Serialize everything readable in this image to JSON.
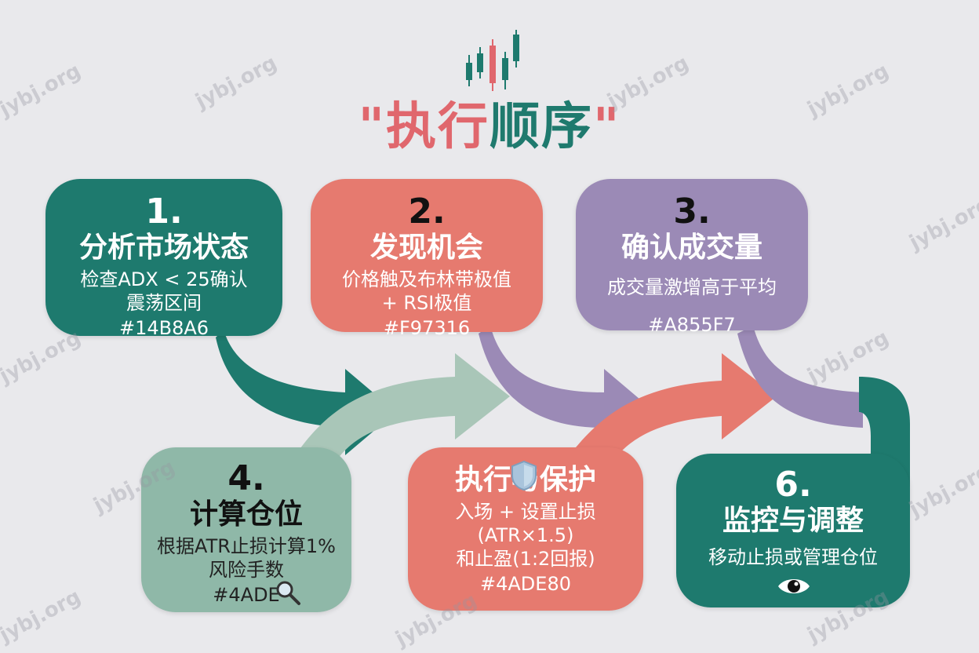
{
  "title": {
    "quote_open": "\"",
    "part1": "执行",
    "part2": "顺序",
    "quote_close": "\""
  },
  "watermark": "jybj.org",
  "colors": {
    "teal": "#1e7a6e",
    "coral": "#e67a6f",
    "purple": "#9b8ab6",
    "sage": "#8fb8a8",
    "background": "#e9e9ec"
  },
  "steps": [
    {
      "num": "1.",
      "title": "分析市场状态",
      "desc": "检查ADX < 25确认\n震荡区间",
      "code": "#14B8A6"
    },
    {
      "num": "2.",
      "title": "发现机会",
      "desc": "价格触及布林带极值\n+ RSI极值",
      "code": "#F97316"
    },
    {
      "num": "3.",
      "title": "确认成交量",
      "desc": "成交量激增高于平均",
      "code": "#A855F7"
    },
    {
      "num": "4.",
      "title": "计算仓位",
      "desc": "根据ATR止损计算1%\n风险手数",
      "code": "#4ADE",
      "icon": "magnifier-icon"
    },
    {
      "title": "执行与保护",
      "desc": "入场 + 设置止损(ATR×1.5)\n和止盈(1:2回报)",
      "code": "#4ADE80",
      "icon": "shield-icon"
    },
    {
      "num": "6.",
      "title": "监控与调整",
      "desc": "移动止损或管理仓位",
      "icon": "eye-icon"
    }
  ]
}
